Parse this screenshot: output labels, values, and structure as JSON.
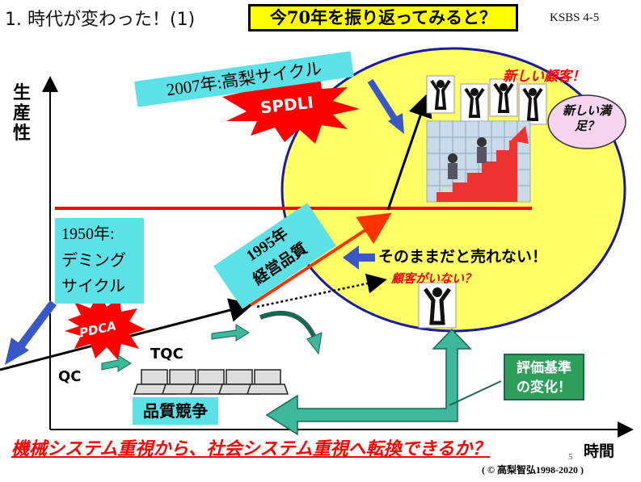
{
  "slide": {
    "title": "1. 時代が変わった！(1)",
    "highlight_pre": "今",
    "highlight_num": "70",
    "highlight_post": "年を振り返ってみると？",
    "code": "KSBS 4-5",
    "page_number": "5",
    "copyright": "( © 高梨智弘1998-2020 )"
  },
  "axes": {
    "y_label": "生産性",
    "x_label": "時間"
  },
  "labels": {
    "cycle_2007": "2007年:高梨サイクル",
    "spdli": "SPDLI",
    "new_customer": "新しい顧客！",
    "new_satisfaction": "新しい満足？",
    "cycle_1950_year": "1950年:",
    "cycle_1950_name1": "デミング",
    "cycle_1950_name2": "サイクル",
    "pdca": "PDCA",
    "year_1995": "1995年",
    "mgmt_quality": "経営品質",
    "cannot_sell": "そのままだと売れない！",
    "no_customer": "顧客がいない？",
    "tqc": "TQC",
    "qc": "QC",
    "quality_competition": "品質競争",
    "criteria_change_1": "評価基準",
    "criteria_change_2": "の変化！",
    "slogan": "機械システム重視から、社会システム重視へ転換できるか？"
  },
  "colors": {
    "yellow": "#ffff66",
    "cyan": "#5ce1e6",
    "green_box": "#2e9e5b",
    "red": "#ff0000",
    "navy": "#1a1aa0"
  }
}
